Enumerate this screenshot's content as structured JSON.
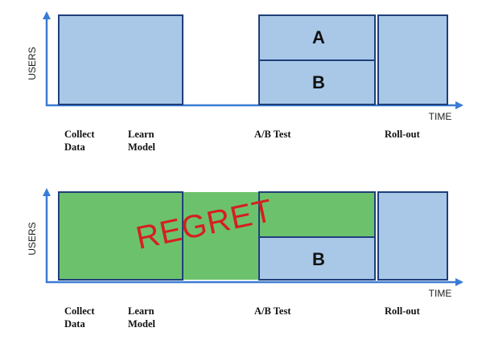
{
  "axes": {
    "y_label": "USERS",
    "x_label": "TIME"
  },
  "phases": {
    "collect": [
      "Collect",
      "Data"
    ],
    "learn": [
      "Learn",
      "Model"
    ],
    "ab_test": "A/B Test",
    "rollout": "Roll-out"
  },
  "boxes": {
    "variant_a": "A",
    "variant_b": "B"
  },
  "regret_label": "REGRET",
  "colors": {
    "box_fill": "#a9c8e8",
    "box_stroke": "#1f3f7a",
    "axis": "#3a7bd5",
    "regret_fill": "#6cc26c",
    "regret_text": "#d61f1f"
  }
}
